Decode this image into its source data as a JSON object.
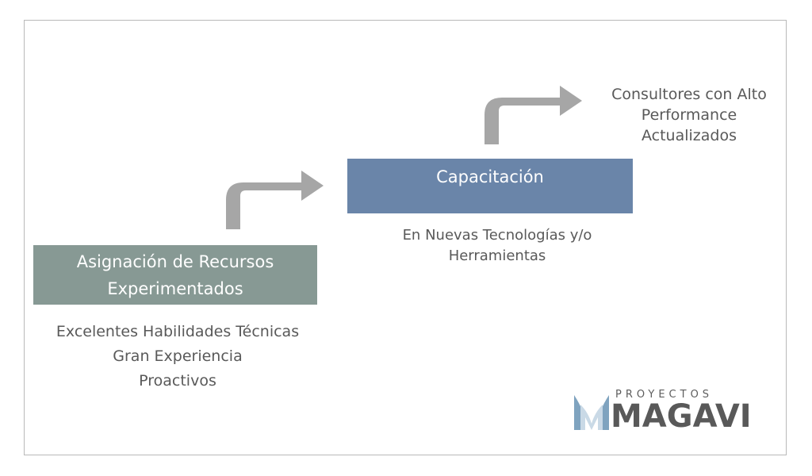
{
  "steps": [
    {
      "title_lines": [
        "Asignación de Recursos",
        "Experimentados"
      ],
      "description_lines": [
        "Excelentes Habilidades Técnicas",
        "Gran Experiencia",
        "Proactivos"
      ],
      "color": "#879994"
    },
    {
      "title_lines": [
        "Capacitación"
      ],
      "description_lines": [
        "En Nuevas Tecnologías y/o",
        "Herramientas"
      ],
      "color": "#6a85a9"
    }
  ],
  "result": {
    "lines": [
      "Consultores con Alto",
      "Performance",
      "Actualizados"
    ]
  },
  "logo": {
    "top_text": "PROYECTOS",
    "main_text": "MAGAVI"
  },
  "colors": {
    "arrow": "#a6a6a6",
    "text": "#595959",
    "frame_border": "#b9b9b9"
  }
}
